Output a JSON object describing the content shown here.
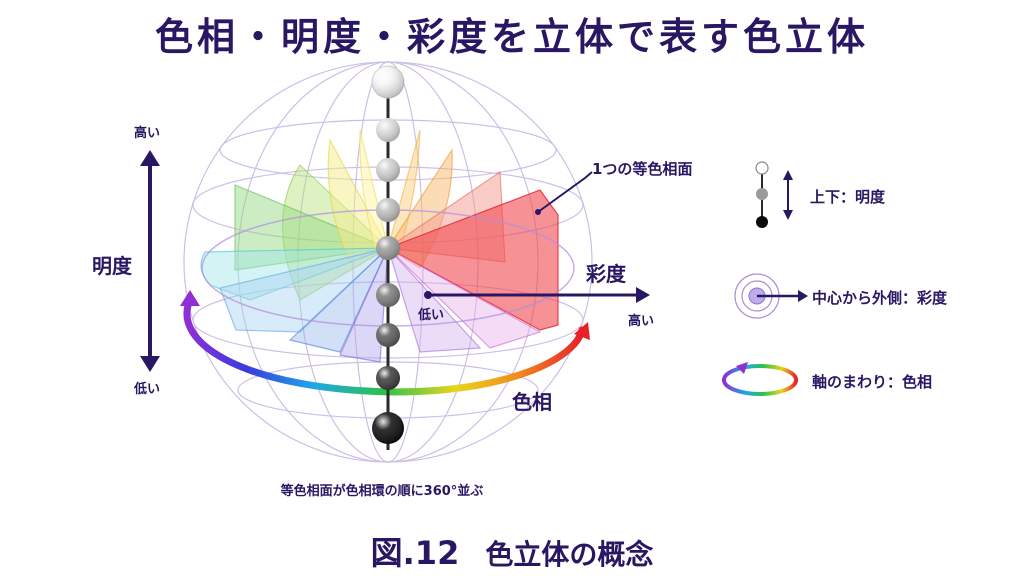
{
  "title": "色相・明度・彩度を立体で表す色立体",
  "caption": {
    "figure": "図.12",
    "text": "色立体の概念"
  },
  "note": "等色相面が色相環の順に360°並ぶ",
  "labels": {
    "one_plane": "1つの等色相面",
    "saturation": "彩度",
    "saturation_low": "低い",
    "saturation_high": "高い",
    "hue": "色相",
    "brightness": "明度",
    "brightness_high": "高い",
    "brightness_low": "低い"
  },
  "legend": [
    {
      "icon": "vertical-axis-icon",
      "text": "上下：明度"
    },
    {
      "icon": "concentric-circles-icon",
      "text": "中心から外側：彩度"
    },
    {
      "icon": "rotation-ring-icon",
      "text": "軸のまわり：色相"
    }
  ],
  "colors": {
    "ink": "#2a1763",
    "sphere_line": "#cdbfe6",
    "red": "#e8202a",
    "green": "#4cc33a",
    "blue": "#3c7fd9",
    "purple": "#8f4fd6"
  }
}
